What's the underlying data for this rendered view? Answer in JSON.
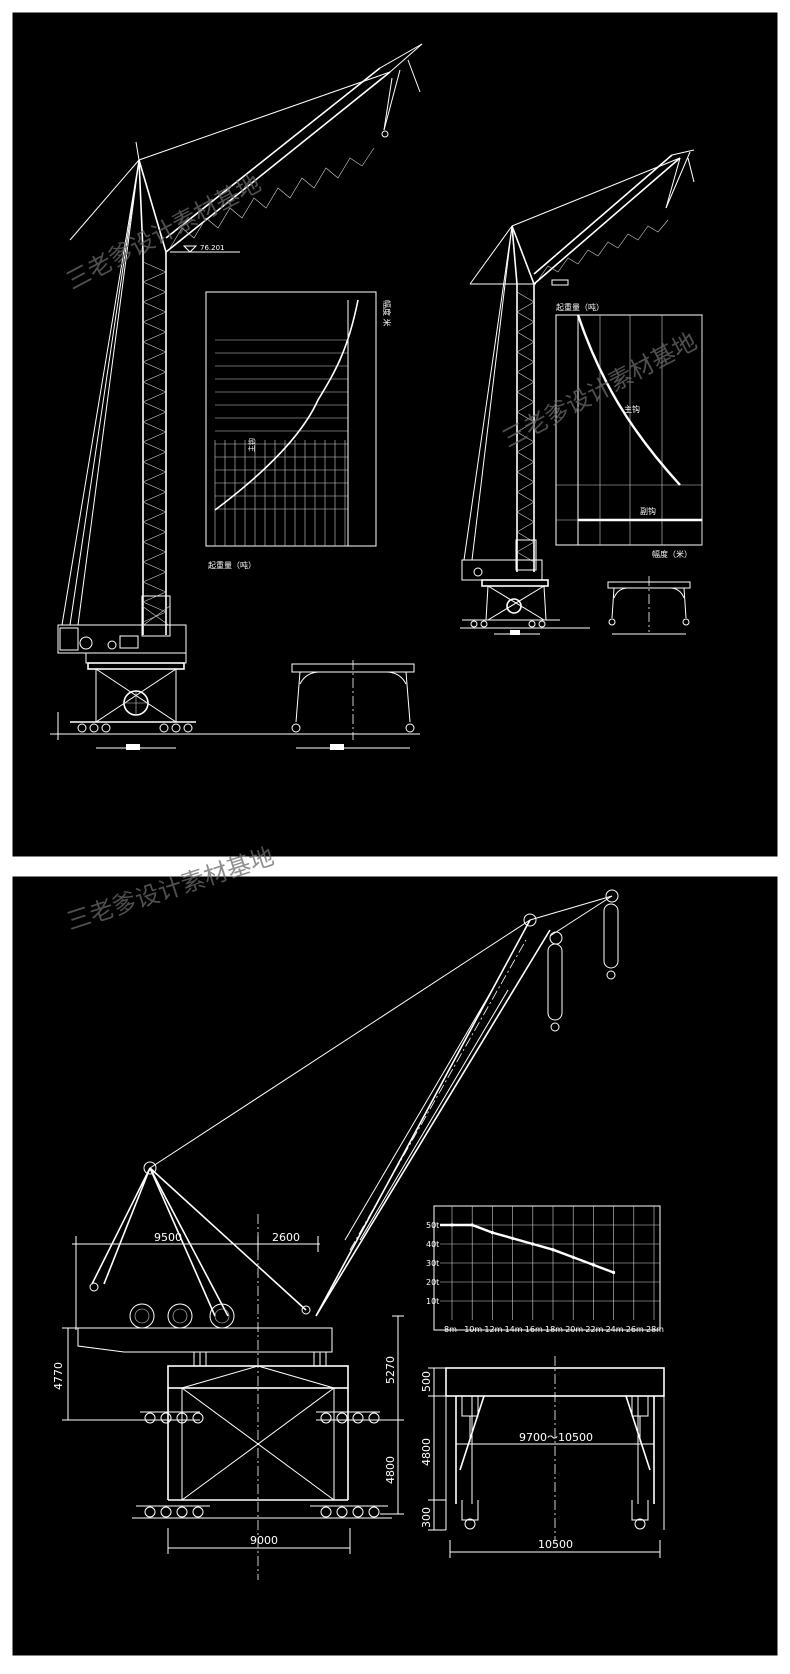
{
  "watermark": "三老爹设计素材基地",
  "top_panel": {
    "elevation_label": "76.201",
    "chart_left": {
      "title_vertical": "幅度 米",
      "xlabel": "起重量（吨）",
      "curve_labels": [
        "主钩"
      ]
    },
    "chart_right": {
      "ylabel": "起重量（吨）",
      "xlabel": "幅度（米）",
      "curve_labels": [
        "主钩",
        "副钩"
      ]
    }
  },
  "bottom_panel": {
    "dim_9500": "9500",
    "dim_2600": "2600",
    "dim_4770": "4770",
    "dim_5270": "5270",
    "dim_4800_left": "4800",
    "dim_9000": "9000",
    "dim_500": "500",
    "dim_4800_right": "4800",
    "dim_300": "300",
    "dim_gauge": "9700～10500",
    "dim_10500": "10500"
  },
  "chart_data": {
    "type": "line",
    "title": "",
    "xlabel": "",
    "ylabel": "",
    "x": [
      "8m",
      "10m",
      "12m",
      "14m",
      "16m",
      "18m",
      "20m",
      "22m",
      "24m",
      "26m",
      "28m"
    ],
    "y_tick_labels": [
      "50t",
      "40t",
      "30t",
      "20t",
      "10t"
    ],
    "series": [
      {
        "values_x": [
          8,
          10,
          12,
          14,
          16,
          18,
          20,
          22,
          24
        ],
        "values_y": [
          50,
          50,
          46,
          43,
          40,
          37,
          33,
          29,
          25
        ]
      }
    ],
    "ylim": [
      0,
      60
    ],
    "grid": true
  }
}
